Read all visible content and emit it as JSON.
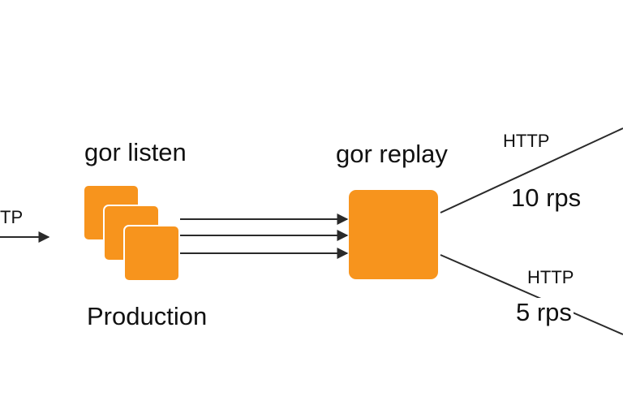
{
  "diagram": {
    "inbound": {
      "label": "TP"
    },
    "listen": {
      "title": "gor listen",
      "caption": "Production"
    },
    "replay": {
      "title": "gor replay"
    },
    "outputs": [
      {
        "protocol": "HTTP",
        "rate": "10 rps"
      },
      {
        "protocol": "HTTP",
        "rate": "5 rps"
      }
    ]
  },
  "colors": {
    "box_fill": "#f7941d",
    "line": "#2a2a2a",
    "text": "#111111"
  },
  "icons": {
    "arrow": "arrowhead"
  }
}
